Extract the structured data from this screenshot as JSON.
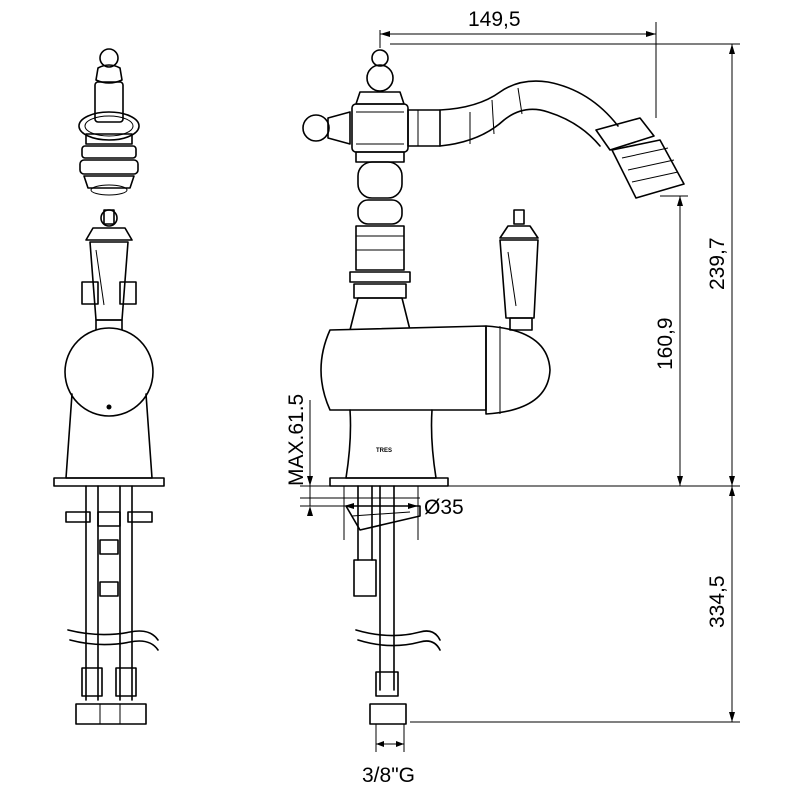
{
  "dimensions": {
    "spout_reach": "149,5",
    "total_height": "239,7",
    "spout_height": "160,9",
    "max_deck_thickness": "MAX.61.5",
    "hole_diameter": "Ø35",
    "hose_length": "334,5",
    "connection_thread": "3/8\"G"
  },
  "brand_mark": "TRES"
}
